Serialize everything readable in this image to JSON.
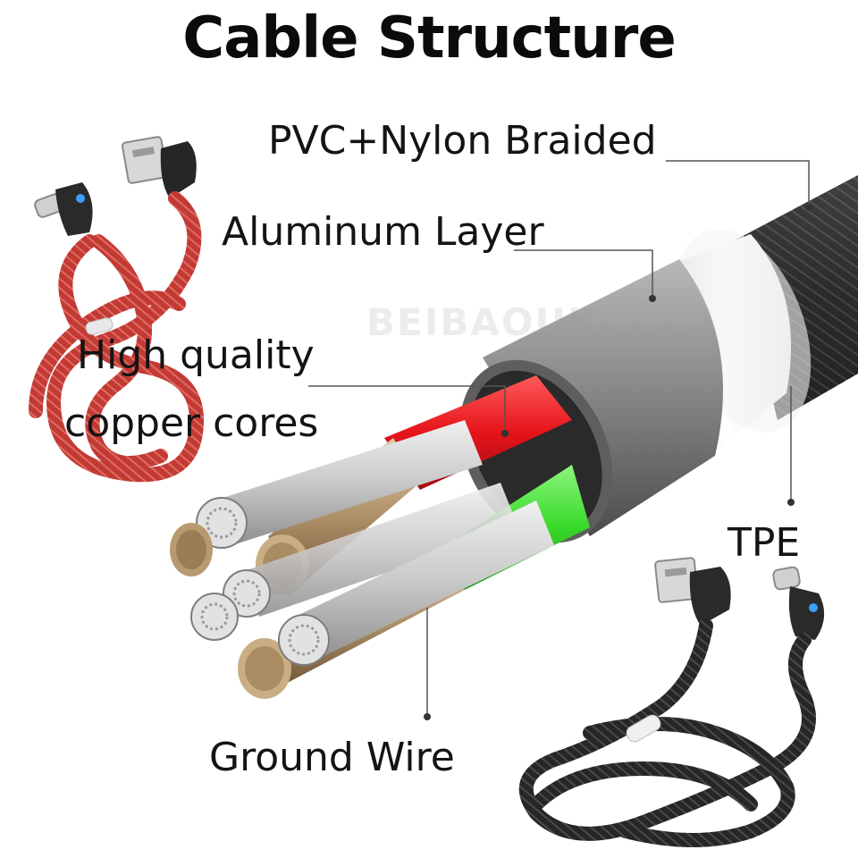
{
  "title": "Cable Structure",
  "watermark": "BEIBAOUK",
  "labels": {
    "braided": "PVC+Nylon Braided",
    "aluminum": "Aluminum Layer",
    "copper_line1": "High quality",
    "copper_line2": "copper cores",
    "tpe": "TPE",
    "ground": "Ground Wire"
  },
  "colors": {
    "red_insulation": "#e5141b",
    "green_insulation": "#38d92a",
    "red_cable": "#c8403a",
    "black_cable": "#2c2c2c",
    "jacket": "#3a3a3a",
    "aluminum": "#8e8e8e",
    "copper": "#b89a6c"
  }
}
